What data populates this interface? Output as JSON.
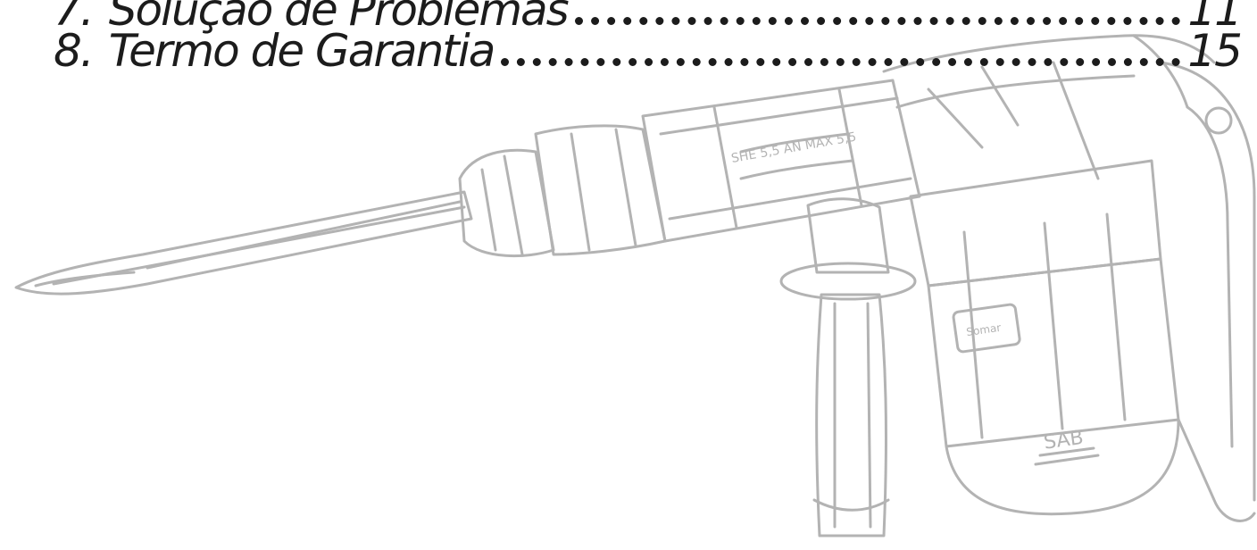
{
  "toc": {
    "entries": [
      {
        "number": "7.",
        "title": "Solução de Problemas",
        "page": "11"
      },
      {
        "number": "8.",
        "title": "Termo de Garantia",
        "page": "15"
      }
    ]
  },
  "illustration": {
    "subject": "demolition-hammer",
    "stroke_color": "#b3b3b3",
    "body_text": "SHE 5,5 AN MAX 5,5",
    "brand_badge": "SAB",
    "label_plate": "Somar"
  }
}
